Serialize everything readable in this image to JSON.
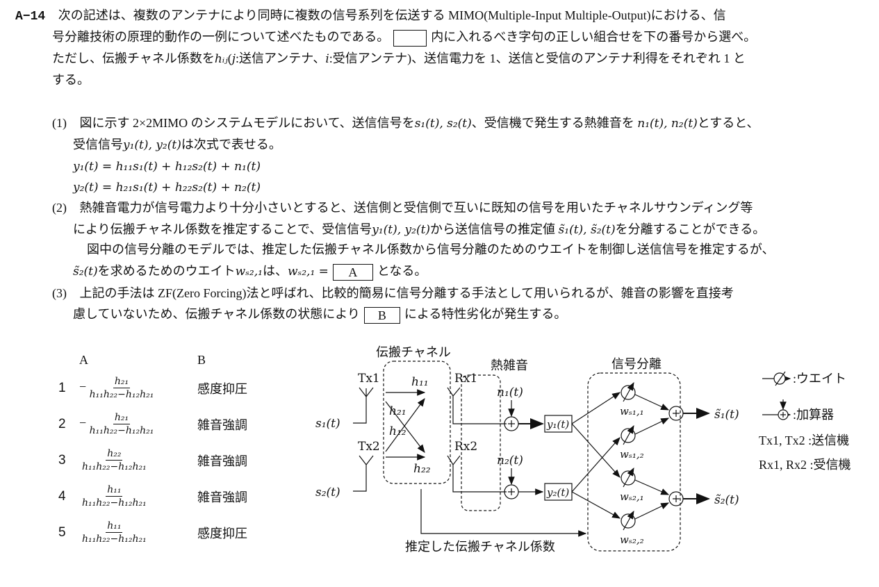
{
  "question": {
    "id": "A−14",
    "intro": [
      "次の記述は、複数のアンテナにより同時に複数の信号系列を伝送する MIMO(Multiple-Input Multiple-Output)における、信",
      "号分離技術の原理的動作の一例について述べたものである。",
      "内に入れるべき字句の正しい組合せを下の番号から選べ。",
      "ただし、伝搬チャネル係数を",
      "hᵢⱼ",
      "(",
      "j",
      ":送信アンテナ、",
      "i",
      ":受信アンテナ)、送信電力を 1、送信と受信のアンテナ利得をそれぞれ 1 と",
      "する。"
    ],
    "item1": {
      "label": "(1)",
      "l1a": "図に示す 2×2MIMO のシステムモデルにおいて、送信信号を",
      "l1m1": "s₁(t), s₂(t)",
      "l1b": "、受信機で発生する熱雑音を ",
      "l1m2": "n₁(t), n₂(t)",
      "l1c": "とすると、",
      "l2a": "受信信号",
      "l2m": "y₁(t), y₂(t)",
      "l2b": "は次式で表せる。",
      "eq1": "y₁(t) = h₁₁s₁(t) + h₁₂s₂(t) + n₁(t)",
      "eq2": "y₂(t) = h₂₁s₁(t) + h₂₂s₂(t) + n₂(t)"
    },
    "item2": {
      "label": "(2)",
      "l1": "熱雑音電力が信号電力より十分小さいとすると、送信側と受信側で互いに既知の信号を用いたチャネルサウンディング等",
      "l2a": "により伝搬チャネル係数を推定することで、受信信号",
      "l2m1": "y₁(t), y₂(t)",
      "l2b": "から送信信号の推定値 ",
      "l2m2": "s̃₁(t), s̃₂(t)",
      "l2c": "を分離することができる。",
      "l3": "図中の信号分離のモデルでは、推定した伝搬チャネル係数から信号分離のためのウエイトを制御し送信信号を推定するが、",
      "l4m1": "s̃₂(t)",
      "l4a": "を求めるためのウエイト",
      "l4m2": "wₛ₂,₁",
      "l4b": "は、",
      "l4m3": "wₛ₂,₁ =",
      "blank": "A",
      "l4c": "となる。"
    },
    "item3": {
      "label": "(3)",
      "l1": "上記の手法は ZF(Zero Forcing)法と呼ばれ、比較的簡易に信号分離する手法として用いられるが、雑音の影響を直接考",
      "l2a": "慮していないため、伝搬チャネル係数の状態により",
      "blank": "B",
      "l2b": "による特性劣化が発生する。"
    }
  },
  "options": {
    "header_a": "A",
    "header_b": "B",
    "rows": [
      {
        "num": "1",
        "sign": "−",
        "numerator": "h₂₁",
        "denominator": "h₁₁h₂₂−h₁₂h₂₁",
        "b": "感度抑圧"
      },
      {
        "num": "2",
        "sign": "−",
        "numerator": "h₂₁",
        "denominator": "h₁₁h₂₂−h₁₂h₂₁",
        "b": "雑音強調"
      },
      {
        "num": "3",
        "sign": "",
        "numerator": "h₂₂",
        "denominator": "h₁₁h₂₂−h₁₂h₂₁",
        "b": "雑音強調"
      },
      {
        "num": "4",
        "sign": "",
        "numerator": "h₁₁",
        "denominator": "h₁₁h₂₂−h₁₂h₂₁",
        "b": "雑音強調"
      },
      {
        "num": "5",
        "sign": "",
        "numerator": "h₁₁",
        "denominator": "h₁₁h₂₂−h₁₂h₂₁",
        "b": "感度抑圧"
      }
    ]
  },
  "diagram": {
    "channel_label": "伝搬チャネル",
    "noise_label": "熱雑音",
    "separation_label": "信号分離",
    "estimated_label": "推定した伝搬チャネル係数",
    "tx1": "Tx1",
    "tx2": "Tx2",
    "rx1": "Rx1",
    "rx2": "Rx2",
    "s1": "s₁(t)",
    "s2": "s₂(t)",
    "h11": "h₁₁",
    "h21": "h₂₁",
    "h12": "h₁₂",
    "h22": "h₂₂",
    "n1": "n₁(t)",
    "n2": "n₂(t)",
    "y1": "y₁(t)",
    "y2": "y₂(t)",
    "w11": "wₛ₁,₁",
    "w12": "wₛ₁,₂",
    "w21": "wₛ₂,₁",
    "w22": "wₛ₂,₂",
    "out1": "s̃₁(t)",
    "out2": "s̃₂(t)"
  },
  "legend": {
    "weight": ":ウエイト",
    "adder": ":加算器",
    "tx": "Tx1, Tx2 :送信機",
    "rx": "Rx1, Rx2 :受信機"
  }
}
